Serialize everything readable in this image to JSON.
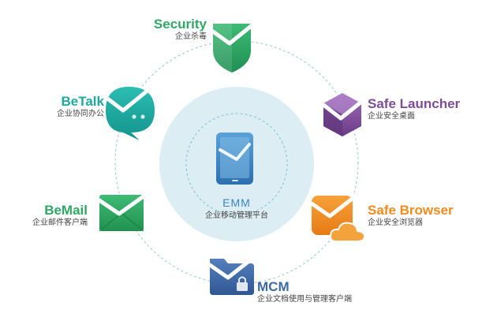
{
  "center": {
    "title": "EMM",
    "subtitle": "企业移动管理平台"
  },
  "modules": {
    "security": {
      "title": "Security",
      "subtitle": "企业杀毒",
      "color": "#2fa866",
      "icon": "shield-check-icon"
    },
    "launcher": {
      "title": "Safe Launcher",
      "subtitle": "企业安全桌面",
      "color": "#7e4d98",
      "icon": "cube-check-icon"
    },
    "browser": {
      "title": "Safe Browser",
      "subtitle": "企业安全浏览器",
      "color": "#f08b1f",
      "icon": "cloud-check-icon"
    },
    "mcm": {
      "title": "MCM",
      "subtitle": "企业文档使用与管理客户端",
      "color": "#3f69a6",
      "icon": "folder-lock-icon"
    },
    "bemail": {
      "title": "BeMail",
      "subtitle": "企业邮件客户端",
      "color": "#2fa866",
      "icon": "envelope-check-icon"
    },
    "betalk": {
      "title": "BeTalk",
      "subtitle": "企业协同办公",
      "color": "#1fa8a0",
      "icon": "chat-bubble-check-icon"
    }
  },
  "colors": {
    "center_fill": "#dcedf3",
    "ring": "#9fd3dc",
    "phone": "#3b84c4"
  }
}
